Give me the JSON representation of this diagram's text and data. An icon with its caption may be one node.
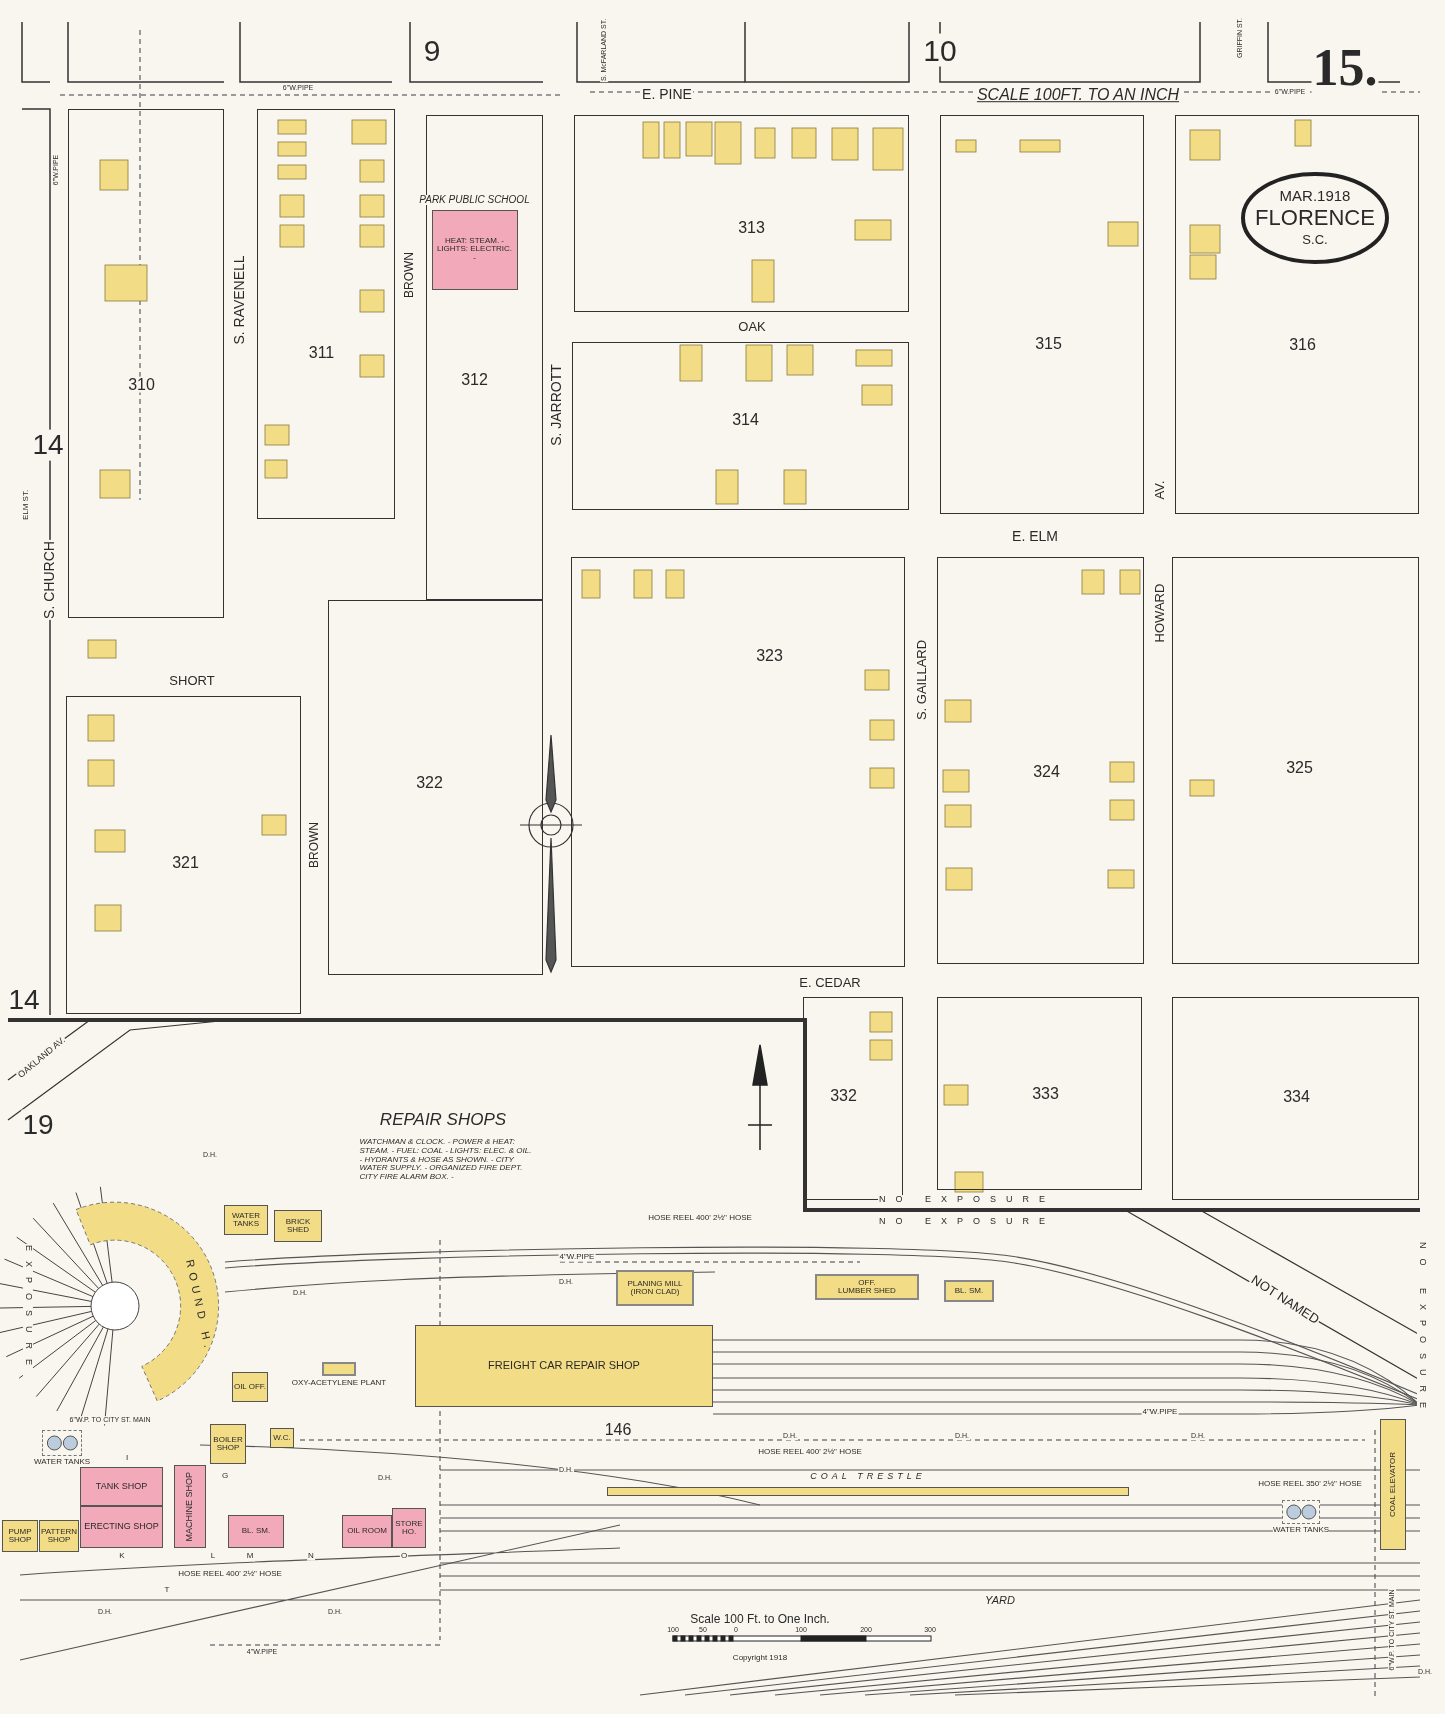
{
  "diagram": {
    "nodes": [
      {
        "text": [
          "310"
        ]
      },
      {
        "text": [
          "311"
        ]
      },
      {
        "text": [
          "312"
        ]
      },
      {
        "text": [
          "PARK PUBLIC SCHOOL",
          "HEAT: STEAM. - LIGHTS: ELECTRIC. -"
        ],
        "in": 2
      },
      {
        "text": [
          "313"
        ]
      },
      {
        "text": [
          "314"
        ]
      },
      {
        "text": [
          "315"
        ]
      },
      {
        "text": [
          "316"
        ]
      },
      {
        "text": [
          "321"
        ]
      },
      {
        "text": [
          "322"
        ]
      },
      {
        "text": [
          "323"
        ]
      },
      {
        "text": [
          "324"
        ]
      },
      {
        "text": [
          "325"
        ]
      },
      {
        "text": [
          "332"
        ]
      },
      {
        "text": [
          "333"
        ]
      },
      {
        "text": [
          "334"
        ]
      },
      {
        "text": [
          "ROUND H."
        ]
      },
      {
        "text": [
          "WATER TANKS"
        ]
      },
      {
        "text": [
          "BRICK SHED"
        ]
      },
      {
        "text": [
          "OIL OFF."
        ]
      },
      {
        "text": [
          "BOILER SHOP"
        ]
      },
      {
        "text": [
          "W.C."
        ]
      },
      {
        "text": [
          "PLANING MILL",
          "(IRON CLAD)"
        ]
      },
      {
        "text": [
          "OFF.",
          "LUMBER SHED"
        ]
      },
      {
        "text": [
          "BL. SM."
        ]
      },
      {
        "text": [
          "FREIGHT CAR REPAIR SHOP"
        ]
      },
      {
        "text": [
          "COAL TRESTLE"
        ]
      },
      {
        "text": [
          "TANK SHOP"
        ]
      },
      {
        "text": [
          "ERECTING SHOP"
        ]
      },
      {
        "text": [
          "MACHINE SHOP"
        ]
      },
      {
        "text": [
          "BL. SM."
        ]
      },
      {
        "text": [
          "OIL ROOM"
        ]
      },
      {
        "text": [
          "STORE HO."
        ]
      },
      {
        "text": [
          "PUMP SHOP"
        ]
      },
      {
        "text": [
          "PATTERN SHOP"
        ]
      },
      {
        "text": [
          "COAL ELEVATOR"
        ]
      },
      {
        "text": [
          "WATER TANKS"
        ]
      },
      {
        "text": [
          "WATER TANKS"
        ]
      },
      {
        "text": [
          "OXY-ACETYLENE PLANT"
        ]
      }
    ],
    "labels": [
      "9",
      "10",
      "15.",
      "E. PINE",
      "SCALE 100FT. TO AN INCH",
      "S. McFARLAND ST.",
      "GRIFFIN ST.",
      "6\"W.PIPE",
      "6\"W.PIPE",
      "6\"W.PIPE",
      "MAR.1918",
      "FLORENCE",
      "S.C.",
      "S. RAVENELL",
      "BROWN",
      "OAK",
      "S. JARROTT",
      "ELM ST.",
      "S. CHURCH",
      "14",
      "E. ELM",
      "HOWARD",
      "AV.",
      "SHORT",
      "S. GAILLARD",
      "BROWN",
      "E. CEDAR",
      "14",
      "OAKLAND AV.",
      "19",
      "REPAIR SHOPS",
      "WATCHMAN & CLOCK. - POWER & HEAT: STEAM. - FUEL: COAL - LIGHTS: ELEC. & OIL. - HYDRANTS & HOSE AS SHOWN. - CITY WATER SUPPLY. - ORGANIZED FIRE DEPT. CITY FIRE ALARM BOX. -",
      "NO EXPOSURE",
      "NO EXPOSURE",
      "NOT NAMED",
      "HOSE REEL 400' 2½\" HOSE",
      "4\"W.PIPE",
      "D.H.",
      "D.H.",
      "D.H.",
      "EXPOSURE",
      "NO EXPOSURE",
      "6\"W.P. TO CITY ST. MAIN",
      "146",
      "4\"W.PIPE",
      "D.H.",
      "D.H.",
      "D.H.",
      "D.H.",
      "HOSE REEL 400' 2½\" HOSE",
      "D.H.",
      "HOSE REEL 350' 2½\" HOSE",
      "I",
      "G",
      "K",
      "L",
      "M",
      "N",
      "O",
      "HOSE REEL 400' 2½\" HOSE",
      "T",
      "D.H.",
      "D.H.",
      "4\"W.PIPE",
      "YARD",
      "Scale 100 Ft. to One Inch.",
      "100",
      "50",
      "0",
      "100",
      "200",
      "300",
      "Copyright 1918",
      "D.H.",
      "6\"W.P. TO CITY ST. MAIN"
    ]
  }
}
